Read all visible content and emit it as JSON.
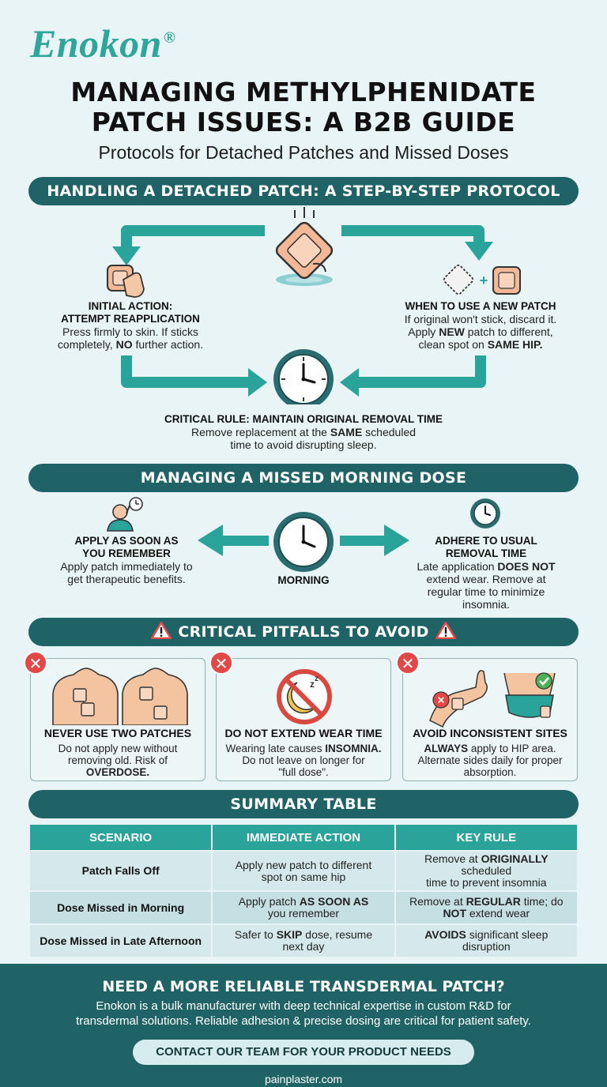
{
  "brand": {
    "name": "Enokon",
    "mark": "®"
  },
  "header": {
    "title_line1": "MANAGING METHYLPHENIDATE",
    "title_line2": "PATCH ISSUES: A B2B GUIDE",
    "subtitle": "Protocols for Detached Patches and Missed Doses"
  },
  "section1": {
    "banner": "HANDLING A DETACHED PATCH: A STEP-BY-STEP PROTOCOL",
    "left": {
      "heading1": "INITIAL ACTION:",
      "heading2": "ATTEMPT REAPPLICATION",
      "t1": "Press firmly to skin. If sticks",
      "t2a": "completely, ",
      "t2b": "NO",
      "t2c": " further action."
    },
    "right": {
      "heading": "WHEN TO USE A NEW PATCH",
      "t1": "If original won't stick, discard it.",
      "t2a": "Apply ",
      "t2b": "NEW",
      "t2c": " patch to different,",
      "t3a": "clean spot on ",
      "t3b": "SAME HIP."
    },
    "center": {
      "heading": "CRITICAL RULE: MAINTAIN ORIGINAL REMOVAL TIME",
      "t1a": "Remove replacement at the ",
      "t1b": "SAME",
      "t1c": " scheduled",
      "t2": "time to avoid disrupting sleep."
    }
  },
  "section2": {
    "banner": "MANAGING A MISSED MORNING DOSE",
    "left": {
      "heading1": "APPLY AS SOON AS",
      "heading2": "YOU REMEMBER",
      "t1": "Apply patch immediately to",
      "t2": "get therapeutic benefits."
    },
    "center_label": "MORNING",
    "right": {
      "heading1": "ADHERE TO USUAL",
      "heading2": "REMOVAL TIME",
      "t1a": "Late application ",
      "t1b": "DOES NOT",
      "t2": "extend wear. Remove at",
      "t3": "regular time to minimize",
      "t4": "insomnia."
    }
  },
  "section3": {
    "banner": "CRITICAL PITFALLS TO AVOID",
    "cards": [
      {
        "heading": "NEVER USE TWO PATCHES",
        "t1": "Do not apply new without",
        "t2": "removing old. Risk of",
        "t3": "OVERDOSE."
      },
      {
        "heading": "DO NOT EXTEND WEAR TIME",
        "t1a": "Wearing late causes ",
        "t1b": "INSOMNIA.",
        "t2": "Do not leave on longer for",
        "t3": "\"full dose\"."
      },
      {
        "heading": "AVOID INCONSISTENT SITES",
        "t1a": "ALWAYS",
        "t1b": " apply to HIP area.",
        "t2": "Alternate sides daily for proper",
        "t3": "absorption."
      }
    ]
  },
  "summary": {
    "banner": "SUMMARY TABLE",
    "headers": [
      "SCENARIO",
      "IMMEDIATE ACTION",
      "KEY RULE"
    ],
    "rows": [
      {
        "scenario": "Patch Falls Off",
        "a1": "Apply new patch to different",
        "a2": "spot on same hip",
        "k1a": "Remove at ",
        "k1b": "ORIGINALLY",
        "k1c": " scheduled",
        "k2": "time to prevent insomnia"
      },
      {
        "scenario": "Dose Missed in Morning",
        "a1a": "Apply patch ",
        "a1b": "AS SOON AS",
        "a2": "you remember",
        "k1a": "Remove at ",
        "k1b": "REGULAR",
        "k1c": " time; do",
        "k2a": "NOT",
        "k2b": " extend wear"
      },
      {
        "scenario": "Dose Missed in Late Afternoon",
        "a1a": "Safer to ",
        "a1b": "SKIP",
        "a1c": " dose, resume",
        "a2": "next day",
        "k1a": "AVOIDS",
        "k1b": " significant sleep",
        "k2": "disruption"
      }
    ]
  },
  "footer": {
    "heading": "NEED A MORE RELIABLE TRANSDERMAL PATCH?",
    "body1": "Enokon is a bulk manufacturer with deep technical expertise in custom R&D for",
    "body2": "transdermal solutions. Reliable adhesion & precise dosing are critical for patient safety.",
    "cta": "CONTACT OUR TEAM FOR YOUR PRODUCT NEEDS",
    "url": "painplaster.com"
  },
  "colors": {
    "teal_dark": "#1f6366",
    "teal": "#2aa39a",
    "background": "#e8f4f5",
    "danger": "#e14848"
  }
}
